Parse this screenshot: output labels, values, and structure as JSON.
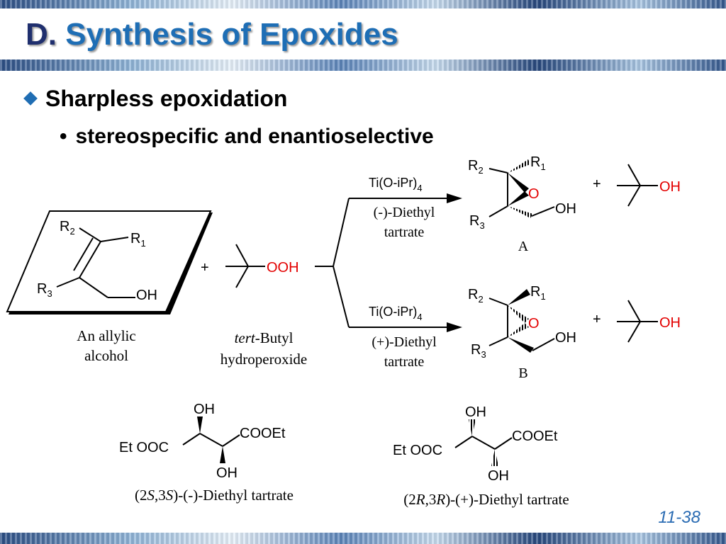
{
  "title": {
    "letter": "D.",
    "text": "Synthesis of Epoxides"
  },
  "bullets": {
    "level1": "Sharpless epoxidation",
    "level2": "stereospecific and enantioselective"
  },
  "page_number": "11-38",
  "colors": {
    "title_dark": "#1f2f6e",
    "title_blue": "#1e6eb5",
    "red": "#e30000",
    "bullet_blue": "#1f6db3"
  },
  "diagram": {
    "allylic": {
      "r1": "R",
      "r1_sub": "1",
      "r2": "R",
      "r2_sub": "2",
      "r3": "R",
      "r3_sub": "3",
      "oh": "OH",
      "caption_line1": "An allylic",
      "caption_line2": "alcohol"
    },
    "plus": "+",
    "tbhp": {
      "ooh": "OOH",
      "caption_line1_italic": "tert",
      "caption_line1_rest": "-Butyl",
      "caption_line2": "hydroperoxide"
    },
    "upper_arrow": {
      "reagent": "Ti(O-iPr)",
      "reagent_sub": "4",
      "cond_line1": "(-)-Diethyl",
      "cond_line2": "tartrate"
    },
    "lower_arrow": {
      "reagent": "Ti(O-iPr)",
      "reagent_sub": "4",
      "cond_line1": "(+)-Diethyl",
      "cond_line2": "tartrate"
    },
    "product_a": {
      "label": "A",
      "o": "O",
      "oh": "OH",
      "r1": "R",
      "r1_sub": "1",
      "r2": "R",
      "r2_sub": "2",
      "r3": "R",
      "r3_sub": "3"
    },
    "product_b": {
      "label": "B",
      "o": "O",
      "oh": "OH",
      "r1": "R",
      "r1_sub": "1",
      "r2": "R",
      "r2_sub": "2",
      "r3": "R",
      "r3_sub": "3"
    },
    "byproduct": {
      "oh": "OH"
    },
    "tartrate_ss": {
      "oh": "OH",
      "et_ooc": "Et OOC",
      "cooet": "COOEt",
      "caption_open": "(2",
      "caption_s1": "S",
      "caption_mid": ",3",
      "caption_s2": "S",
      "caption_close": ")-(-)-Diethyl tartrate"
    },
    "tartrate_rr": {
      "oh": "OH",
      "et_ooc": "Et OOC",
      "cooet": "COOEt",
      "caption_open": "(2",
      "caption_r1": "R",
      "caption_mid": ",3",
      "caption_r2": "R",
      "caption_close": ")-(+)-Diethyl tartrate"
    }
  }
}
